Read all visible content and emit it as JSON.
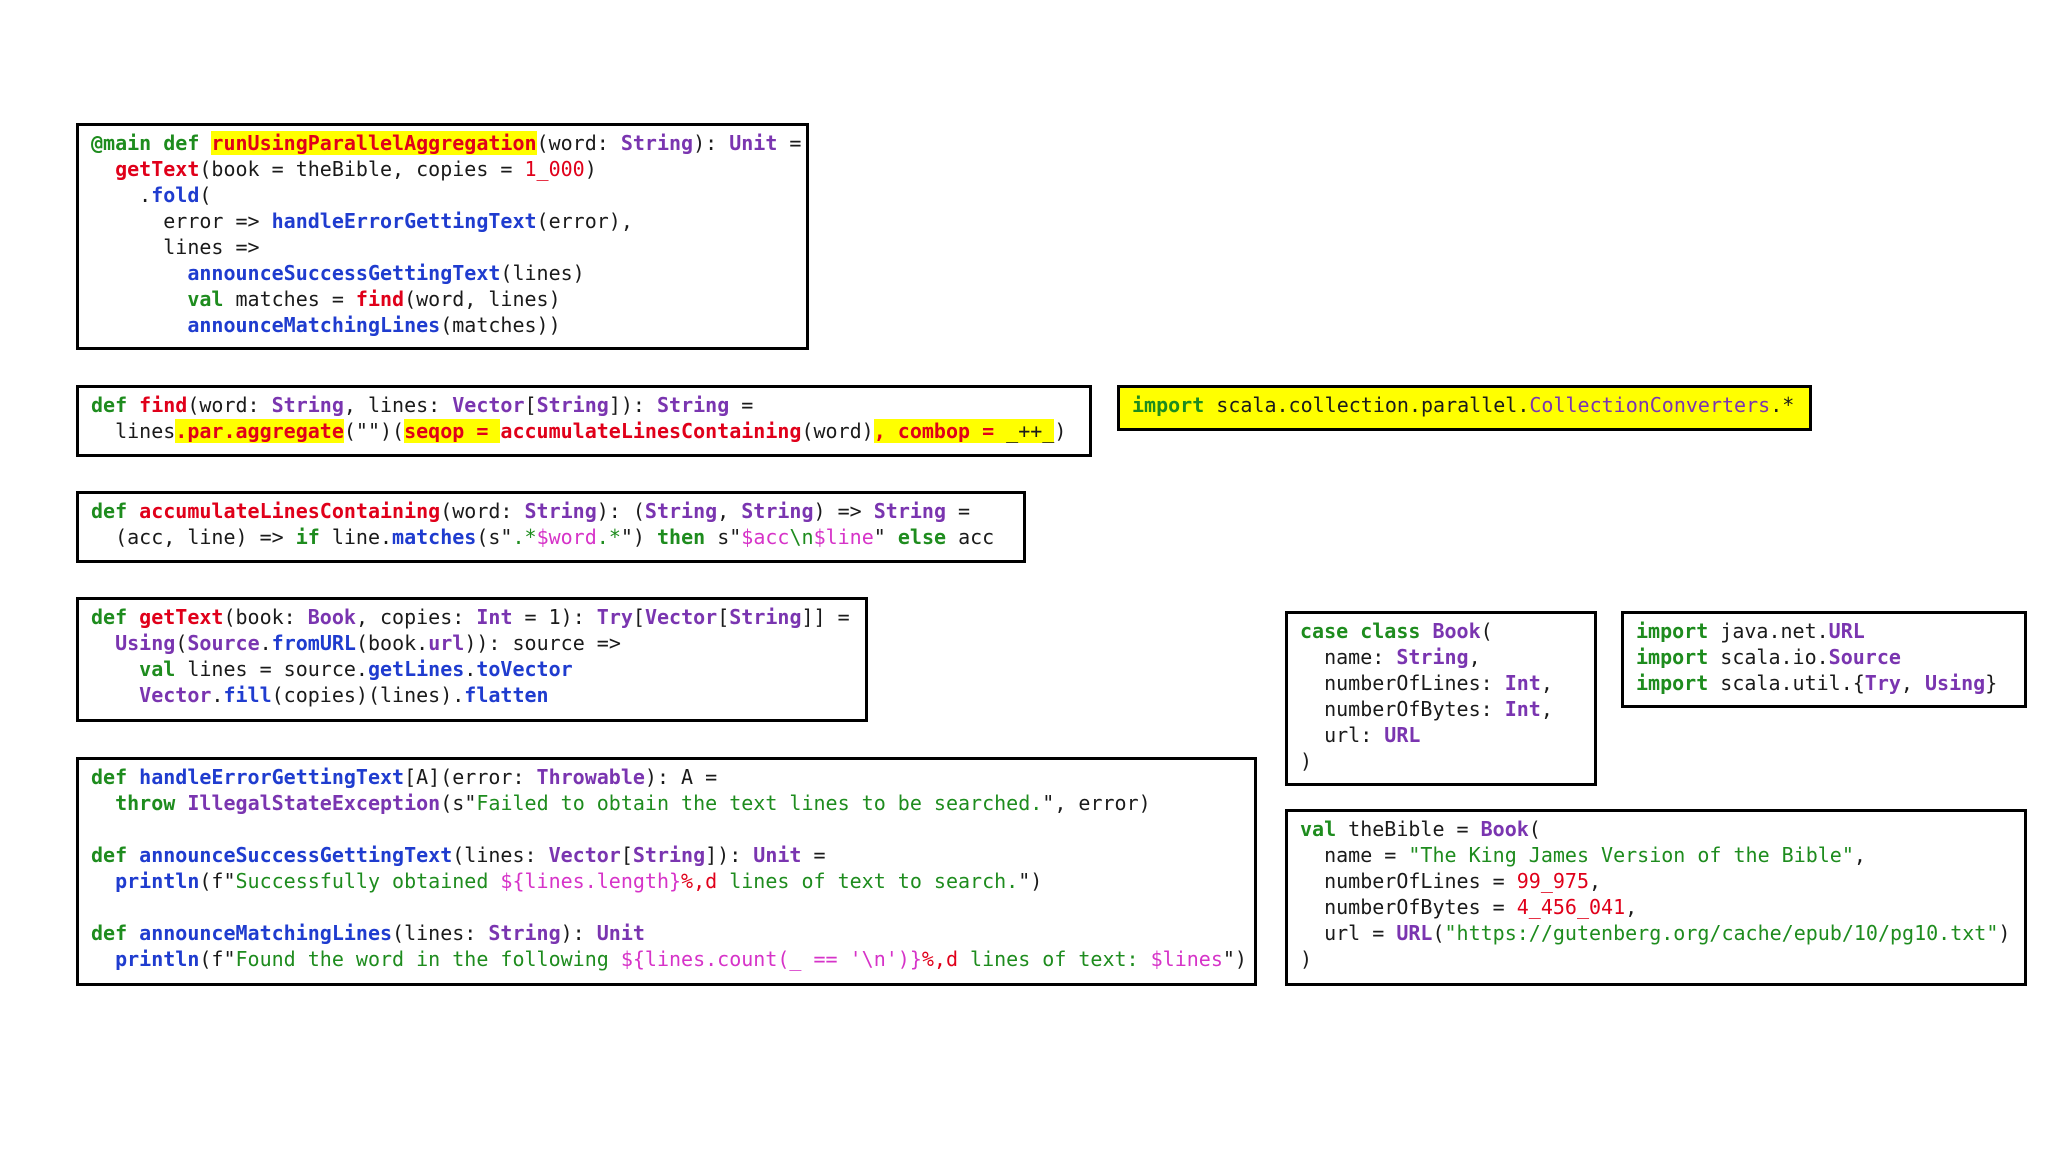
{
  "palette": {
    "keyword": "#1e8c1e",
    "function_def": "#e0001a",
    "call": "#1f3ccf",
    "type": "#7a35b0",
    "number": "#e0001a",
    "string": "#1e8c1e",
    "interpolation": "#d633c8",
    "highlight": "#ffff00",
    "border": "#000000"
  },
  "blocks": [
    {
      "id": "run-using-parallel-aggregation",
      "yellow": false,
      "lines": [
        [
          [
            "kw",
            "@main def "
          ],
          [
            "fn-hl",
            "runUsingParallelAggregation"
          ],
          [
            "txt",
            "(word: "
          ],
          [
            "ty",
            "String"
          ],
          [
            "txt",
            "): "
          ],
          [
            "ty",
            "Unit"
          ],
          [
            "txt",
            " ="
          ]
        ],
        [
          [
            "txt",
            "  "
          ],
          [
            "fn",
            "getText"
          ],
          [
            "txt",
            "(book = theBible, copies = "
          ],
          [
            "num",
            "1_000"
          ],
          [
            "txt",
            ")"
          ]
        ],
        [
          [
            "txt",
            "    ."
          ],
          [
            "cf",
            "fold"
          ],
          [
            "txt",
            "("
          ]
        ],
        [
          [
            "txt",
            "      error => "
          ],
          [
            "cf",
            "handleErrorGettingText"
          ],
          [
            "txt",
            "(error),"
          ]
        ],
        [
          [
            "txt",
            "      lines =>"
          ]
        ],
        [
          [
            "txt",
            "        "
          ],
          [
            "cf",
            "announceSuccessGettingText"
          ],
          [
            "txt",
            "(lines)"
          ]
        ],
        [
          [
            "txt",
            "        "
          ],
          [
            "kw",
            "val"
          ],
          [
            "txt",
            " matches = "
          ],
          [
            "fn",
            "find"
          ],
          [
            "txt",
            "(word, lines)"
          ]
        ],
        [
          [
            "txt",
            "        "
          ],
          [
            "cf",
            "announceMatchingLines"
          ],
          [
            "txt",
            "(matches))"
          ]
        ]
      ]
    },
    {
      "id": "find",
      "yellow": false,
      "lines": [
        [
          [
            "kw",
            "def "
          ],
          [
            "fn",
            "find"
          ],
          [
            "txt",
            "(word: "
          ],
          [
            "ty",
            "String"
          ],
          [
            "txt",
            ", lines: "
          ],
          [
            "ty",
            "Vector"
          ],
          [
            "txt",
            "["
          ],
          [
            "ty",
            "String"
          ],
          [
            "txt",
            "]): "
          ],
          [
            "ty",
            "String"
          ],
          [
            "txt",
            " ="
          ]
        ],
        [
          [
            "txt",
            "  lines"
          ],
          [
            "fn-hl",
            ".par.aggregate"
          ],
          [
            "txt",
            "(\"\")("
          ],
          [
            "fn-hl",
            "seqop = "
          ],
          [
            "fn",
            "accumulateLinesContaining"
          ],
          [
            "txt",
            "(word)"
          ],
          [
            "fn-hl",
            ", combop = "
          ],
          [
            "txt-hl",
            "_++_"
          ],
          [
            "txt",
            ")"
          ]
        ]
      ]
    },
    {
      "id": "import-collection-converters",
      "yellow": true,
      "lines": [
        [
          [
            "kw",
            "import"
          ],
          [
            "txt",
            " scala.collection.parallel."
          ],
          [
            "tyn",
            "CollectionConverters"
          ],
          [
            "txt",
            ".*"
          ]
        ]
      ]
    },
    {
      "id": "accumulate-lines-containing",
      "yellow": false,
      "lines": [
        [
          [
            "kw",
            "def "
          ],
          [
            "fn",
            "accumulateLinesContaining"
          ],
          [
            "txt",
            "(word: "
          ],
          [
            "ty",
            "String"
          ],
          [
            "txt",
            "): ("
          ],
          [
            "ty",
            "String"
          ],
          [
            "txt",
            ", "
          ],
          [
            "ty",
            "String"
          ],
          [
            "txt",
            ") => "
          ],
          [
            "ty",
            "String"
          ],
          [
            "txt",
            " ="
          ]
        ],
        [
          [
            "txt",
            "  (acc, line) => "
          ],
          [
            "kw",
            "if"
          ],
          [
            "txt",
            " line."
          ],
          [
            "cf",
            "matches"
          ],
          [
            "txt",
            "(s\""
          ],
          [
            "str",
            ".*"
          ],
          [
            "interp",
            "$word"
          ],
          [
            "str",
            ".*"
          ],
          [
            "txt",
            "\") "
          ],
          [
            "kw",
            "then"
          ],
          [
            "txt",
            " s\""
          ],
          [
            "interp",
            "$acc"
          ],
          [
            "str",
            "\\n"
          ],
          [
            "interp",
            "$line"
          ],
          [
            "txt",
            "\" "
          ],
          [
            "kw",
            "else"
          ],
          [
            "txt",
            " acc"
          ]
        ]
      ]
    },
    {
      "id": "get-text",
      "yellow": false,
      "lines": [
        [
          [
            "kw",
            "def "
          ],
          [
            "fn",
            "getText"
          ],
          [
            "txt",
            "(book: "
          ],
          [
            "ty",
            "Book"
          ],
          [
            "txt",
            ", copies: "
          ],
          [
            "ty",
            "Int"
          ],
          [
            "txt",
            " = 1): "
          ],
          [
            "ty",
            "Try"
          ],
          [
            "txt",
            "["
          ],
          [
            "ty",
            "Vector"
          ],
          [
            "txt",
            "["
          ],
          [
            "ty",
            "String"
          ],
          [
            "txt",
            "]] ="
          ]
        ],
        [
          [
            "txt",
            "  "
          ],
          [
            "ty",
            "Using"
          ],
          [
            "txt",
            "("
          ],
          [
            "ty",
            "Source"
          ],
          [
            "txt",
            "."
          ],
          [
            "cf",
            "fromURL"
          ],
          [
            "txt",
            "(book."
          ],
          [
            "ty",
            "url"
          ],
          [
            "txt",
            ")): source =>"
          ]
        ],
        [
          [
            "txt",
            "    "
          ],
          [
            "kw",
            "val"
          ],
          [
            "txt",
            " lines = source."
          ],
          [
            "cf",
            "getLines"
          ],
          [
            "txt",
            "."
          ],
          [
            "cf",
            "toVector"
          ]
        ],
        [
          [
            "txt",
            "    "
          ],
          [
            "ty",
            "Vector"
          ],
          [
            "txt",
            "."
          ],
          [
            "cf",
            "fill"
          ],
          [
            "txt",
            "(copies)(lines)."
          ],
          [
            "cf",
            "flatten"
          ]
        ]
      ]
    },
    {
      "id": "case-class-book",
      "yellow": false,
      "lines": [
        [
          [
            "kw",
            "case class "
          ],
          [
            "ty",
            "Book"
          ],
          [
            "txt",
            "("
          ]
        ],
        [
          [
            "txt",
            "  name: "
          ],
          [
            "ty",
            "String"
          ],
          [
            "txt",
            ","
          ]
        ],
        [
          [
            "txt",
            "  numberOfLines: "
          ],
          [
            "ty",
            "Int"
          ],
          [
            "txt",
            ","
          ]
        ],
        [
          [
            "txt",
            "  numberOfBytes: "
          ],
          [
            "ty",
            "Int"
          ],
          [
            "txt",
            ","
          ]
        ],
        [
          [
            "txt",
            "  url: "
          ],
          [
            "ty",
            "URL"
          ]
        ],
        [
          [
            "txt",
            ")"
          ]
        ]
      ]
    },
    {
      "id": "imports-java-scala",
      "yellow": false,
      "lines": [
        [
          [
            "kw",
            "import"
          ],
          [
            "txt",
            " java.net."
          ],
          [
            "ty",
            "URL"
          ]
        ],
        [
          [
            "kw",
            "import"
          ],
          [
            "txt",
            " scala.io."
          ],
          [
            "ty",
            "Source"
          ]
        ],
        [
          [
            "kw",
            "import"
          ],
          [
            "txt",
            " scala.util.{"
          ],
          [
            "ty",
            "Try"
          ],
          [
            "txt",
            ", "
          ],
          [
            "ty",
            "Using"
          ],
          [
            "txt",
            "}"
          ]
        ]
      ]
    },
    {
      "id": "handlers",
      "yellow": false,
      "lines": [
        [
          [
            "kw",
            "def "
          ],
          [
            "cf",
            "handleErrorGettingText"
          ],
          [
            "txt",
            "[A](error: "
          ],
          [
            "ty",
            "Throwable"
          ],
          [
            "txt",
            "): A ="
          ]
        ],
        [
          [
            "txt",
            "  "
          ],
          [
            "kw",
            "throw"
          ],
          [
            "txt",
            " "
          ],
          [
            "ty",
            "IllegalStateException"
          ],
          [
            "txt",
            "(s\""
          ],
          [
            "str",
            "Failed to obtain the text lines to be searched."
          ],
          [
            "txt",
            "\", error)"
          ]
        ],
        [],
        [
          [
            "kw",
            "def "
          ],
          [
            "cf",
            "announceSuccessGettingText"
          ],
          [
            "txt",
            "(lines: "
          ],
          [
            "ty",
            "Vector"
          ],
          [
            "txt",
            "["
          ],
          [
            "ty",
            "String"
          ],
          [
            "txt",
            "]): "
          ],
          [
            "ty",
            "Unit"
          ],
          [
            "txt",
            " ="
          ]
        ],
        [
          [
            "txt",
            "  "
          ],
          [
            "cf",
            "println"
          ],
          [
            "txt",
            "(f\""
          ],
          [
            "str",
            "Successfully obtained "
          ],
          [
            "interp",
            "${lines.length}"
          ],
          [
            "num",
            "%,d"
          ],
          [
            "str",
            " lines of text to search."
          ],
          [
            "txt",
            "\")"
          ]
        ],
        [],
        [
          [
            "kw",
            "def "
          ],
          [
            "cf",
            "announceMatchingLines"
          ],
          [
            "txt",
            "(lines: "
          ],
          [
            "ty",
            "String"
          ],
          [
            "txt",
            "): "
          ],
          [
            "ty",
            "Unit"
          ]
        ],
        [
          [
            "txt",
            "  "
          ],
          [
            "cf",
            "println"
          ],
          [
            "txt",
            "(f\""
          ],
          [
            "str",
            "Found the word in the following "
          ],
          [
            "interp",
            "${lines.count(_ == '\\n')}"
          ],
          [
            "num",
            "%,d"
          ],
          [
            "str",
            " lines of text: "
          ],
          [
            "interp",
            "$lines"
          ],
          [
            "txt",
            "\")"
          ]
        ]
      ]
    },
    {
      "id": "the-bible",
      "yellow": false,
      "lines": [
        [
          [
            "kw",
            "val"
          ],
          [
            "txt",
            " theBible = "
          ],
          [
            "ty",
            "Book"
          ],
          [
            "txt",
            "("
          ]
        ],
        [
          [
            "txt",
            "  name = "
          ],
          [
            "str",
            "\"The King James Version of the Bible\""
          ],
          [
            "txt",
            ","
          ]
        ],
        [
          [
            "txt",
            "  numberOfLines = "
          ],
          [
            "num",
            "99_975"
          ],
          [
            "txt",
            ","
          ]
        ],
        [
          [
            "txt",
            "  numberOfBytes = "
          ],
          [
            "num",
            "4_456_041"
          ],
          [
            "txt",
            ","
          ]
        ],
        [
          [
            "txt",
            "  url = "
          ],
          [
            "ty",
            "URL"
          ],
          [
            "txt",
            "("
          ],
          [
            "str",
            "\"https://gutenberg.org/cache/epub/10/pg10.txt\""
          ],
          [
            "txt",
            ")"
          ]
        ],
        [
          [
            "txt",
            ")"
          ]
        ]
      ]
    }
  ]
}
